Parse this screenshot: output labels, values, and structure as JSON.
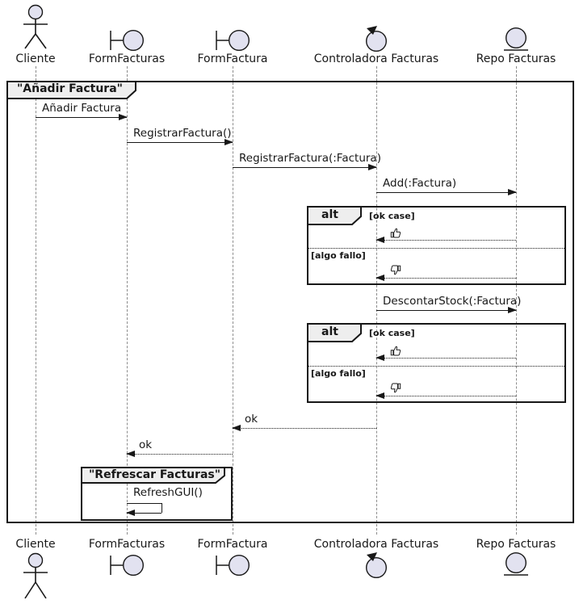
{
  "diagram": {
    "type": "uml-sequence-diagram",
    "main_frame_title": "\"Añadir Factura\"",
    "inner_frame_title": "\"Refrescar Facturas\"",
    "participants": [
      {
        "name": "Cliente",
        "kind": "actor"
      },
      {
        "name": "FormFacturas",
        "kind": "boundary"
      },
      {
        "name": "FormFactura",
        "kind": "boundary"
      },
      {
        "name": "Controladora Facturas",
        "kind": "control"
      },
      {
        "name": "Repo Facturas",
        "kind": "entity"
      }
    ],
    "messages": [
      {
        "from": "Cliente",
        "to": "FormFacturas",
        "label": "Añadir Factura",
        "line": "solid"
      },
      {
        "from": "FormFacturas",
        "to": "FormFactura",
        "label": "RegistrarFactura()",
        "line": "solid"
      },
      {
        "from": "FormFactura",
        "to": "Controladora Facturas",
        "label": "RegistrarFactura(:Factura)",
        "line": "solid"
      },
      {
        "from": "Controladora Facturas",
        "to": "Repo Facturas",
        "label": "Add(:Factura)",
        "line": "solid"
      },
      {
        "from": "Repo Facturas",
        "to": "Controladora Facturas",
        "label": "👍",
        "line": "dashed"
      },
      {
        "from": "Repo Facturas",
        "to": "Controladora Facturas",
        "label": "👎",
        "line": "dashed"
      },
      {
        "from": "Controladora Facturas",
        "to": "Repo Facturas",
        "label": "DescontarStock(:Factura)",
        "line": "solid"
      },
      {
        "from": "Repo Facturas",
        "to": "Controladora Facturas",
        "label": "👍",
        "line": "dashed"
      },
      {
        "from": "Repo Facturas",
        "to": "Controladora Facturas",
        "label": "👎",
        "line": "dashed"
      },
      {
        "from": "Controladora Facturas",
        "to": "FormFactura",
        "label": "ok",
        "line": "dashed"
      },
      {
        "from": "FormFactura",
        "to": "FormFacturas",
        "label": "ok",
        "line": "dashed"
      },
      {
        "from": "FormFacturas",
        "to": "FormFacturas",
        "label": "RefreshGUI()",
        "line": "self"
      }
    ],
    "fragments": [
      {
        "operator": "alt",
        "guards": [
          "[ok case]",
          "[algo fallo]"
        ]
      },
      {
        "operator": "alt",
        "guards": [
          "[ok case]",
          "[algo fallo]"
        ]
      }
    ],
    "colors": {
      "participant_fill": "#E2E2F0",
      "stroke": "#181818",
      "frame_label_bg": "#EEEEEE",
      "lifeline": "#8C8C8C",
      "background": "#FFFFFF"
    }
  }
}
